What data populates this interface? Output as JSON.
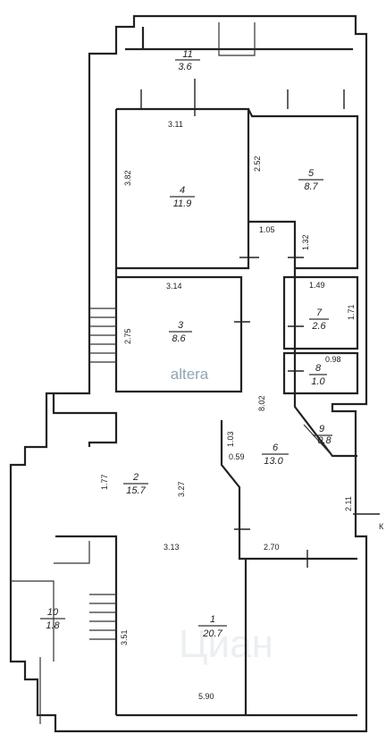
{
  "brand": {
    "logo_text": "altera",
    "watermark_text": "Циан"
  },
  "rooms": [
    {
      "id": "1",
      "area": "20.7"
    },
    {
      "id": "2",
      "area": "15.7"
    },
    {
      "id": "3",
      "area": "8.6"
    },
    {
      "id": "4",
      "area": "11.9"
    },
    {
      "id": "5",
      "area": "8.7"
    },
    {
      "id": "6",
      "area": "13.0"
    },
    {
      "id": "7",
      "area": "2.6"
    },
    {
      "id": "8",
      "area": "1.0"
    },
    {
      "id": "9",
      "area": "0.8"
    },
    {
      "id": "10",
      "area": "1.8"
    },
    {
      "id": "11",
      "area": "3.6"
    }
  ],
  "dimensions": {
    "d_3_11": "3.11",
    "d_3_82": "3.82",
    "d_2_52": "2.52",
    "d_1_05": "1.05",
    "d_1_32": "1.32",
    "d_3_14": "3.14",
    "d_1_49": "1.49",
    "d_1_71": "1.71",
    "d_2_75": "2.75",
    "d_0_98": "0.98",
    "d_8_02": "8.02",
    "d_1_03": "1.03",
    "d_0_59": "0.59",
    "d_1_77": "1.77",
    "d_3_27": "3.27",
    "d_2_11": "2.11",
    "d_3_13": "3.13",
    "d_2_70": "2.70",
    "d_3_51": "3.51",
    "d_5_90": "5.90"
  },
  "edge_label": "К"
}
